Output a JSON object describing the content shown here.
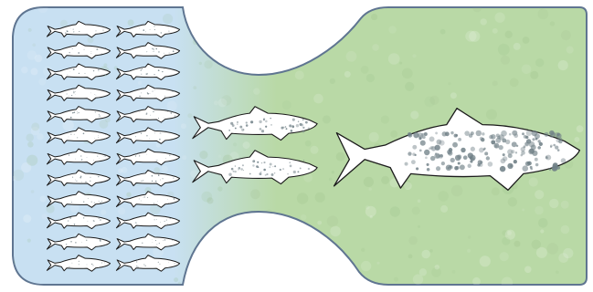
{
  "diagram": {
    "panel_colors": {
      "left_fill": "#c8e0f2",
      "right_fill": "#b9d9a6",
      "border": "#5f7591"
    },
    "fish_colors": {
      "fill": "#ffffff",
      "stroke": "#1b1b1b",
      "speckle": "#6f7f86"
    },
    "juveniles": {
      "columns": 2,
      "rows": 12,
      "count": 24,
      "icon": "small-fish-icon"
    },
    "subadults": {
      "count": 2,
      "icon": "medium-fish-icon"
    },
    "adult": {
      "count": 1,
      "icon": "large-trout-icon"
    }
  }
}
